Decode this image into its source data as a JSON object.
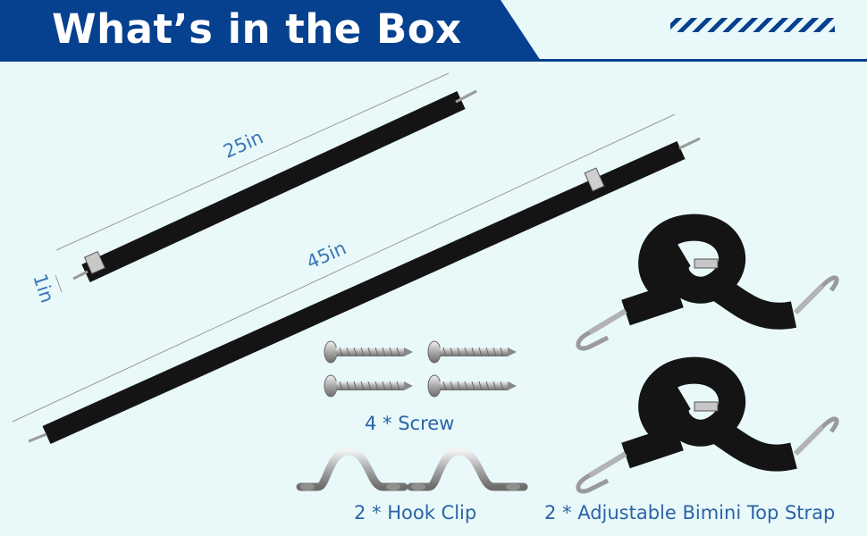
{
  "header": {
    "title": "What’s in the Box"
  },
  "dimensions": {
    "short_length": "25in",
    "long_length": "45in",
    "width": "1in"
  },
  "items": {
    "screw_caption": "4 * Screw",
    "hook_clip_caption": "2 * Hook Clip",
    "strap_caption": "2 * Adjustable Bimini Top Strap"
  },
  "colors": {
    "brand_blue": "#06418f",
    "background": "#e9f9fa",
    "caption_blue": "#2b63a6"
  }
}
